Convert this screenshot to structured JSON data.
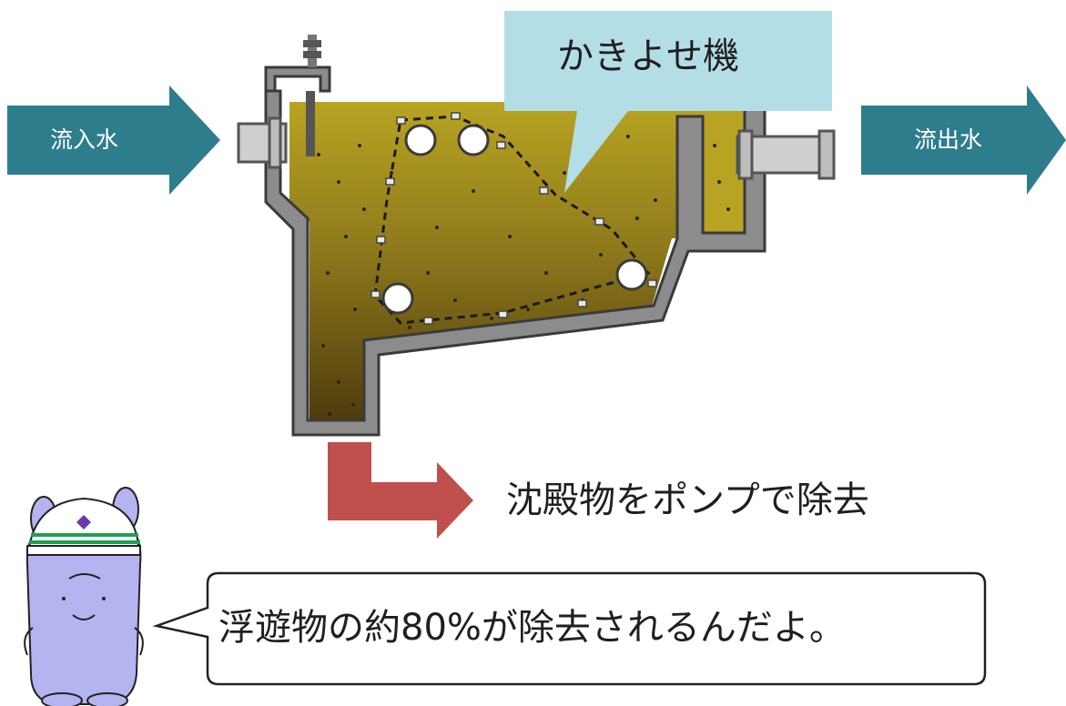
{
  "diagram": {
    "inflow_label": "流入水",
    "outflow_label": "流出水",
    "scraper_label": "かきよせ機",
    "sludge_label": "沈殿物をポンプで除去",
    "speech_text": "浮遊物の約80%が除去されるんだよ。"
  },
  "colors": {
    "flow_arrow": "#2e7d8c",
    "sludge_arrow": "#c0504d",
    "callout_fill": "#b4dee6",
    "water": "#b8a422",
    "sediment": "#5f4712",
    "wall": "#8c8c8c",
    "mascot": "#b4b4f0",
    "helmet_stripe": "#1ea050"
  },
  "icons": {
    "mascot": "hippo-mascot-icon",
    "valve": "valve-icon"
  }
}
